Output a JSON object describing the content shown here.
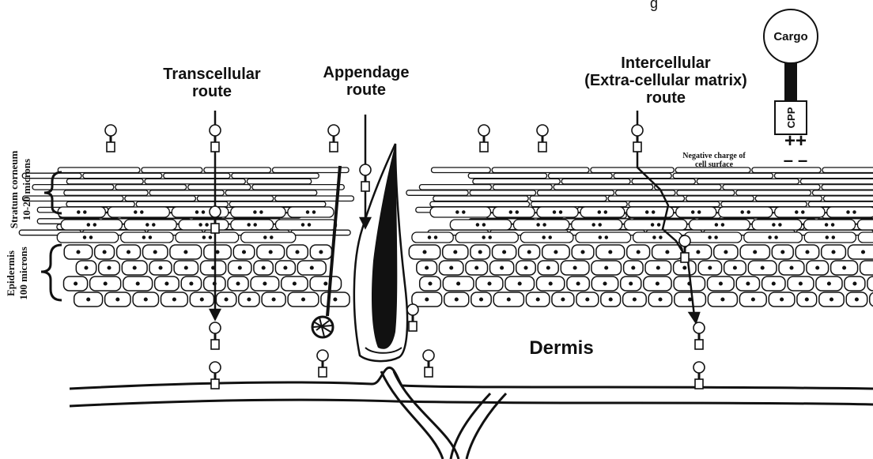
{
  "header_fragment": "g",
  "routes": {
    "transcellular": [
      "Transcellular",
      "route"
    ],
    "appendage": [
      "Appendage",
      "route"
    ],
    "intercellular": [
      "Intercellular",
      "(Extra-cellular matrix)",
      "route"
    ]
  },
  "legend": {
    "cargo": "Cargo",
    "cpp": "CPP",
    "positive": "++",
    "negative": "– –",
    "negative_charge_note": [
      "Negative charge of",
      "cell surface"
    ]
  },
  "layers": {
    "stratum_corneum": [
      "Stratum corneum",
      "10-20 microns"
    ],
    "epidermis": [
      "Epidermis",
      "100 microns"
    ],
    "dermis": "Dermis"
  },
  "colors": {
    "ink": "#111111",
    "paper": "#ffffff"
  }
}
